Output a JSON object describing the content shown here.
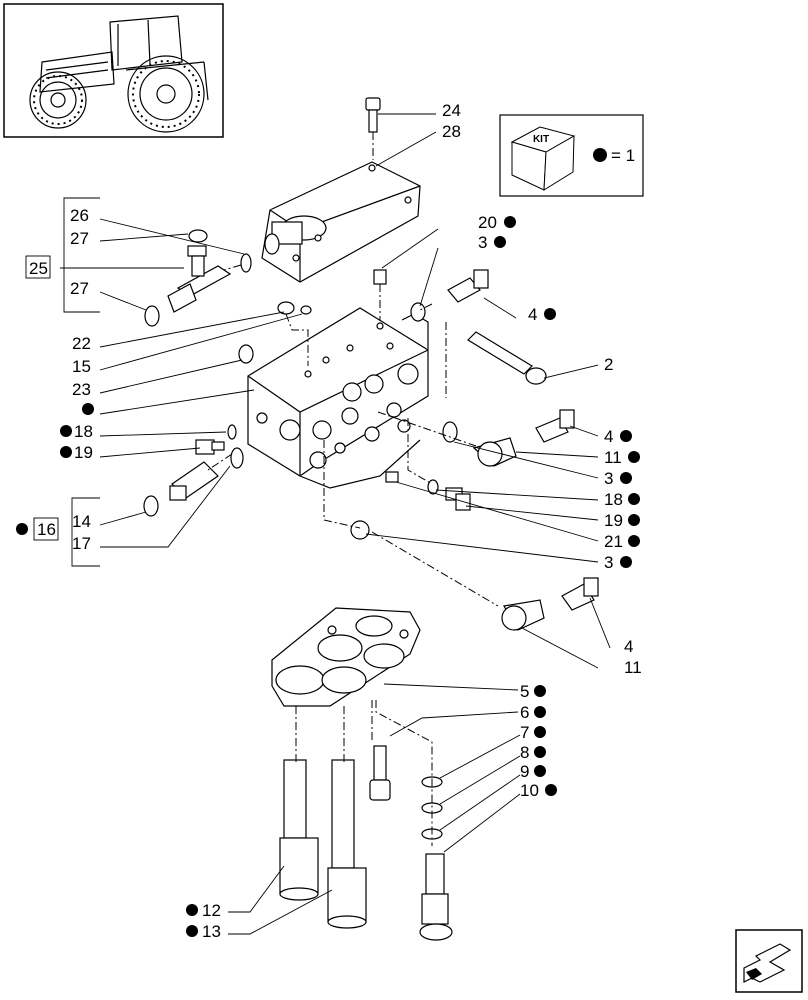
{
  "kit": {
    "label": "KIT",
    "equals": "= 1"
  },
  "callouts": [
    {
      "id": "c24",
      "text": "24",
      "kit": false
    },
    {
      "id": "c28",
      "text": "28",
      "kit": false
    },
    {
      "id": "c26",
      "text": "26",
      "kit": false
    },
    {
      "id": "c27a",
      "text": "27",
      "kit": false
    },
    {
      "id": "c25",
      "text": "25",
      "kit": false
    },
    {
      "id": "c27b",
      "text": "27",
      "kit": false
    },
    {
      "id": "c20",
      "text": "20",
      "kit": true
    },
    {
      "id": "c3a",
      "text": "3",
      "kit": true
    },
    {
      "id": "c4a",
      "text": "4",
      "kit": true
    },
    {
      "id": "c22",
      "text": "22",
      "kit": false
    },
    {
      "id": "c15",
      "text": "15",
      "kit": false
    },
    {
      "id": "c23",
      "text": "23",
      "kit": false
    },
    {
      "id": "c2",
      "text": "2",
      "kit": false
    },
    {
      "id": "cdot",
      "text": "",
      "kit": true
    },
    {
      "id": "c18a",
      "text": "18",
      "kit": true
    },
    {
      "id": "c19a",
      "text": "19",
      "kit": true
    },
    {
      "id": "c4b",
      "text": "4",
      "kit": true
    },
    {
      "id": "c11a",
      "text": "11",
      "kit": true
    },
    {
      "id": "c3b",
      "text": "3",
      "kit": true
    },
    {
      "id": "c18b",
      "text": "18",
      "kit": true
    },
    {
      "id": "c19b",
      "text": "19",
      "kit": true
    },
    {
      "id": "c16",
      "text": "16",
      "kit": true
    },
    {
      "id": "c14",
      "text": "14",
      "kit": false
    },
    {
      "id": "c17",
      "text": "17",
      "kit": false
    },
    {
      "id": "c21",
      "text": "21",
      "kit": true
    },
    {
      "id": "c3c",
      "text": "3",
      "kit": true
    },
    {
      "id": "c4c",
      "text": "4",
      "kit": false
    },
    {
      "id": "c11b",
      "text": "11",
      "kit": false
    },
    {
      "id": "c5",
      "text": "5",
      "kit": true
    },
    {
      "id": "c6",
      "text": "6",
      "kit": true
    },
    {
      "id": "c7",
      "text": "7",
      "kit": true
    },
    {
      "id": "c8",
      "text": "8",
      "kit": true
    },
    {
      "id": "c9",
      "text": "9",
      "kit": true
    },
    {
      "id": "c10",
      "text": "10",
      "kit": true
    },
    {
      "id": "c12",
      "text": "12",
      "kit": true
    },
    {
      "id": "c13",
      "text": "13",
      "kit": true
    }
  ]
}
